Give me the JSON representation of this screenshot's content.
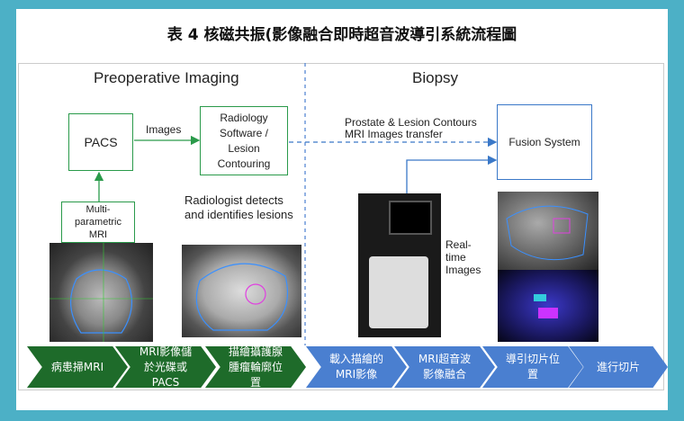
{
  "title": "表 4  核磁共振(影像融合即時超音波導引系統流程圖",
  "sections": {
    "preop": "Preoperative Imaging",
    "biopsy": "Biopsy"
  },
  "boxes": {
    "pacs": "PACS",
    "radiology": "Radiology Software / Lesion Contouring",
    "mri": "Multi-parametric MRI",
    "fusion": "Fusion System"
  },
  "labels": {
    "images": "Images",
    "transfer_1": "Prostate & Lesion Contours",
    "transfer_2": "MRI Images transfer",
    "radiologist_1": "Radiologist detects",
    "radiologist_2": "and identifies lesions",
    "realtime": "Real-time Images"
  },
  "steps": [
    {
      "label": "病患掃MRI",
      "phase": "preop"
    },
    {
      "label": "MRI影像儲於光碟或PACS",
      "phase": "preop"
    },
    {
      "label": "描繪攝護腺腫瘤輪廓位置",
      "phase": "preop"
    },
    {
      "label": "載入描繪的MRI影像",
      "phase": "biopsy"
    },
    {
      "label": "MRI超音波影像融合",
      "phase": "biopsy"
    },
    {
      "label": "導引切片位置",
      "phase": "biopsy"
    },
    {
      "label": "進行切片",
      "phase": "biopsy"
    }
  ],
  "colors": {
    "frame": "#4cb0c6",
    "preop": "#1e6b2a",
    "biopsy": "#4a7fd0",
    "green_box": "#2a9a4a",
    "blue_box": "#3a78c8"
  }
}
